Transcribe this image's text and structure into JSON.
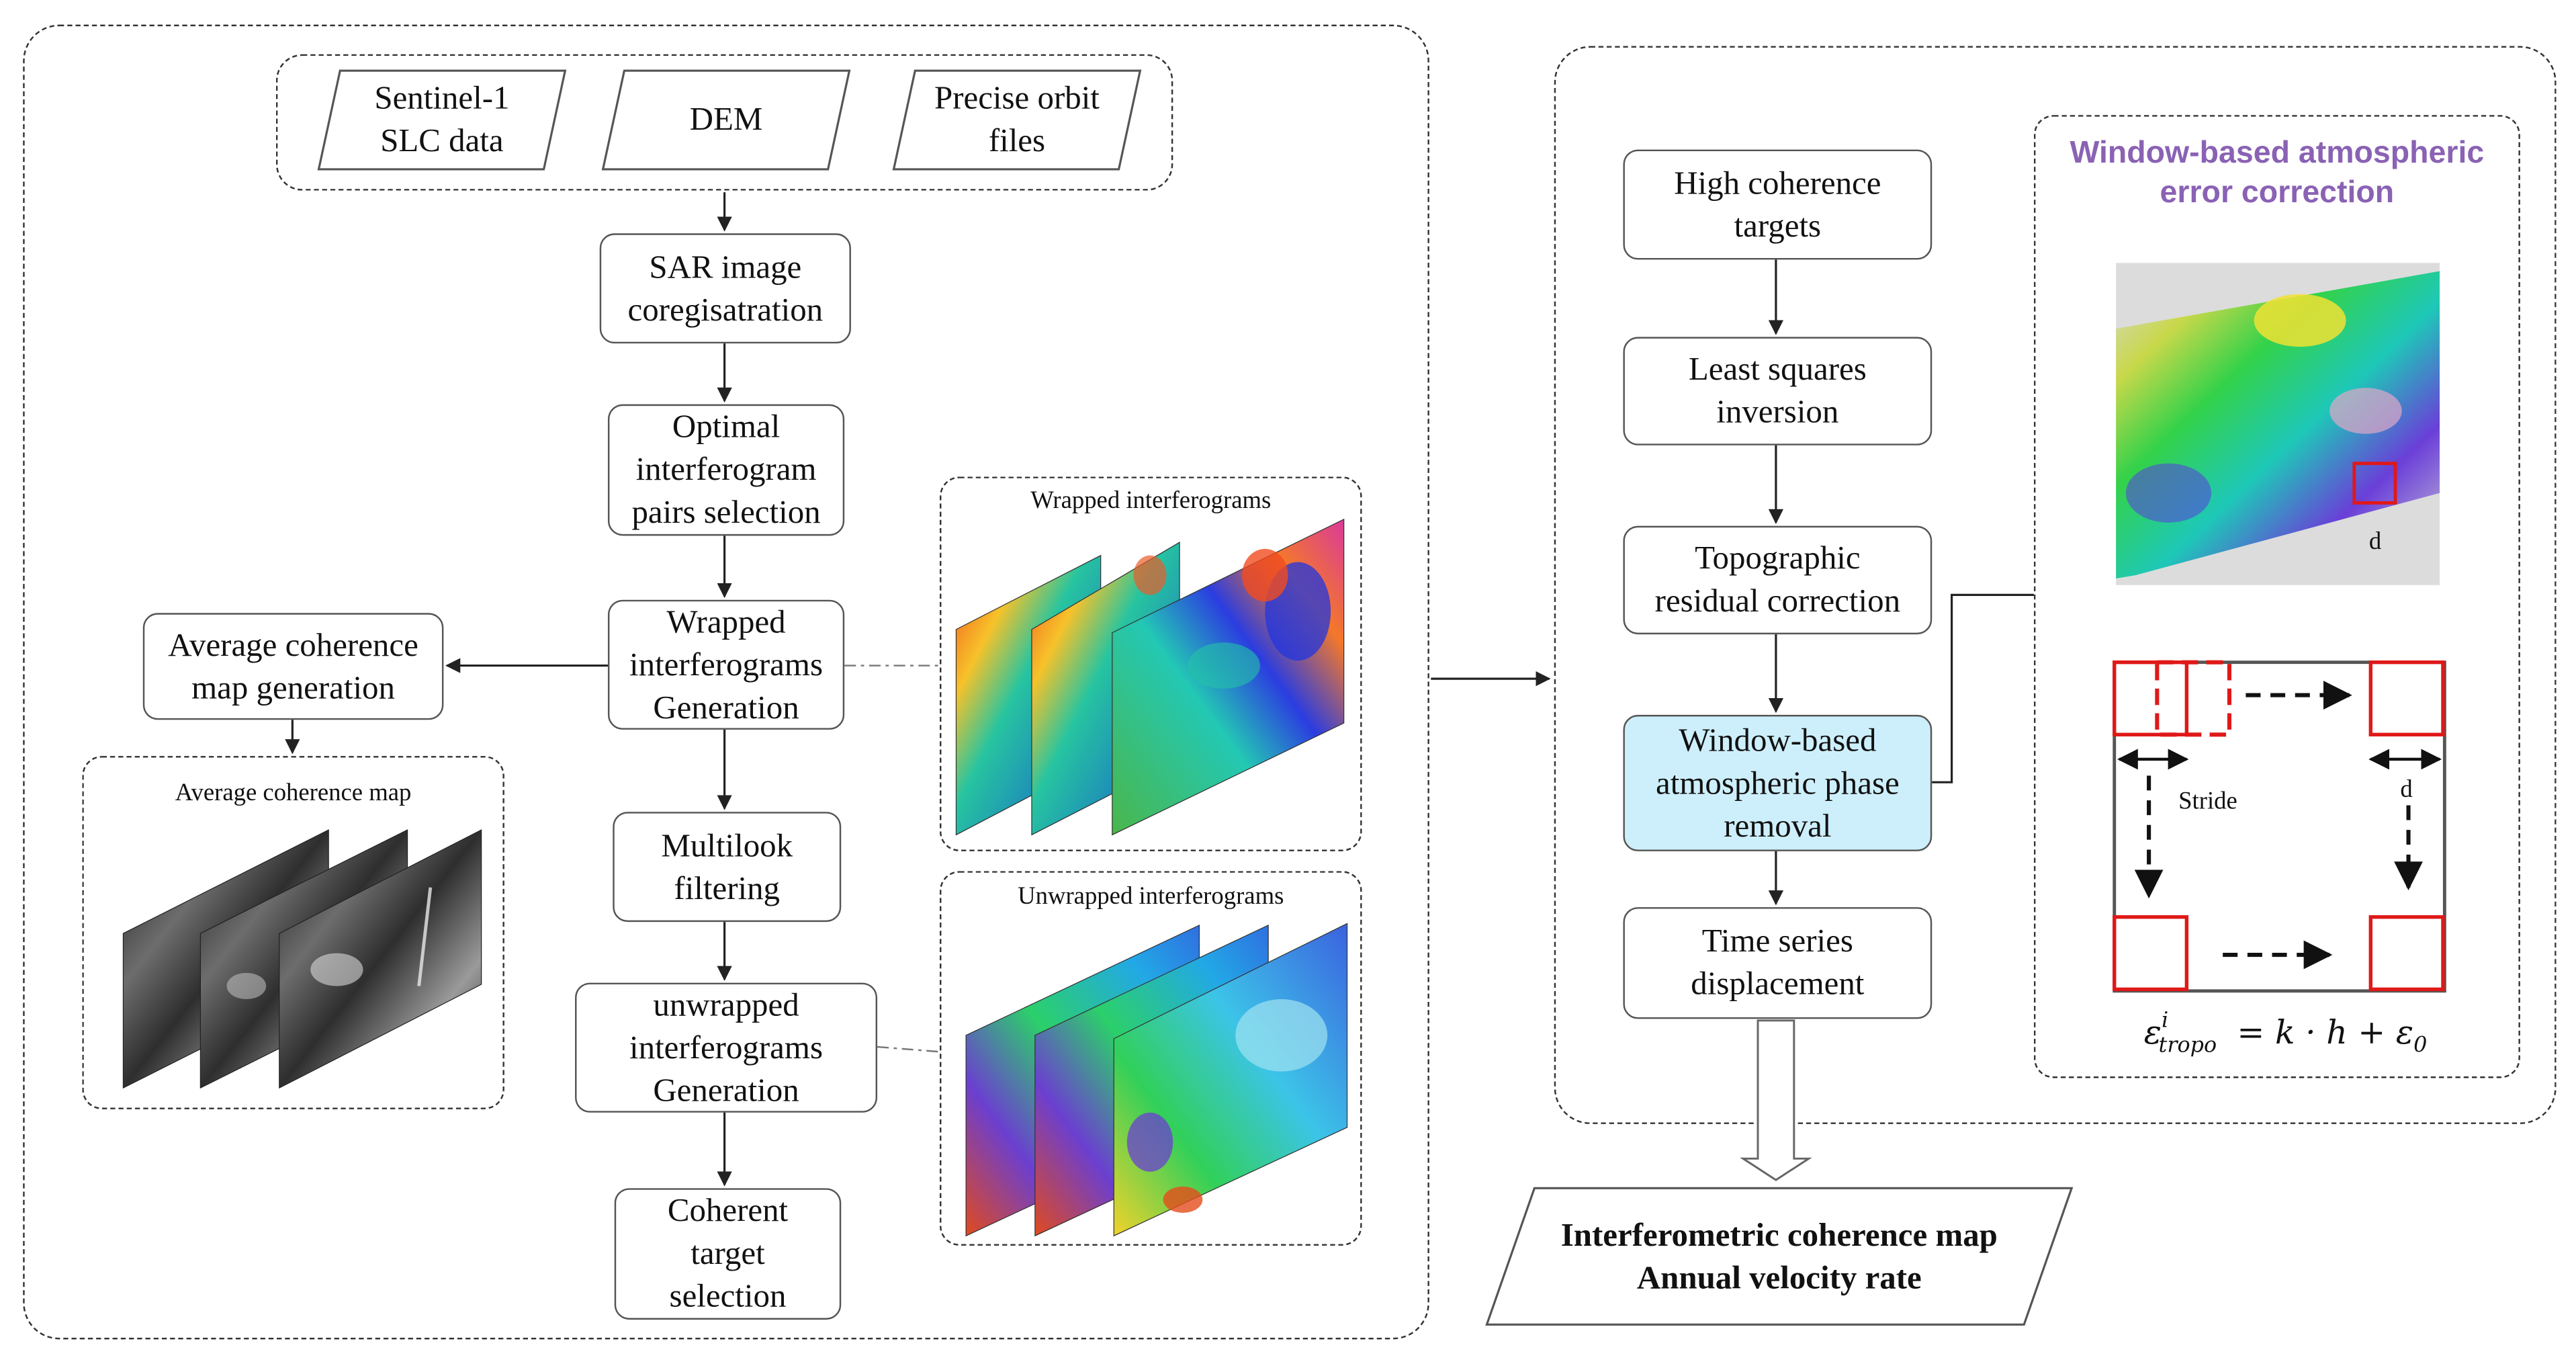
{
  "inputs": [
    {
      "label": "Sentinel-1\nSLC data"
    },
    {
      "label": "DEM"
    },
    {
      "label": "Precise orbit\nfiles"
    }
  ],
  "steps": {
    "coregistration": "SAR image\ncoregisatration",
    "pair_selection": "Optimal\ninterferogram\npairs selection",
    "wrapped_generation": "Wrapped\ninterferograms\nGeneration",
    "multilook": "Multilook\nfiltering",
    "unwrapped_generation": "unwrapped\ninterferograms\nGeneration",
    "coherent_selection": "Coherent\ntarget\nselection",
    "avg_coherence_generation": "Average coherence\nmap generation"
  },
  "image_captions": {
    "wrapped": "Wrapped interferograms",
    "unwrapped": "Unwrapped interferograms",
    "avg_coherence": "Average coherence map"
  },
  "right_steps": {
    "high_coherence": "High coherence\ntargets",
    "least_squares": "Least squares\ninversion",
    "topographic": "Topographic\nresidual correction",
    "atmospheric": "Window-based\natmospheric phase\nremoval",
    "time_series": "Time series\ndisplacement"
  },
  "window_panel": {
    "title": "Window-based atmospheric\nerror correction",
    "map_label": "d",
    "stride_label": "Stride",
    "d_label": "d",
    "formula": {
      "epsilon": "ε",
      "sup": "i",
      "sub": "tropo",
      "rhs": " = k · h + ε",
      "rhs_sub": "0"
    }
  },
  "output": "Interferometric coherence map\nAnnual velocity rate",
  "colors": {
    "highlight_box": "#cdeffb",
    "title_purple": "#8a62b4",
    "window_red": "#e01818"
  }
}
